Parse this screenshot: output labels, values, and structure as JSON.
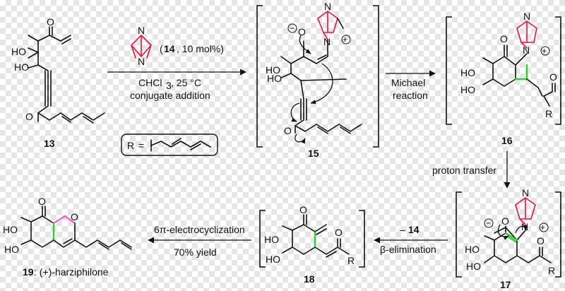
{
  "compounds": {
    "c13": "13",
    "c15": "15",
    "c16": "16",
    "c17": "17",
    "c18": "18",
    "c19": "19",
    "c19_name": ": (+)-harziphilone"
  },
  "atoms": {
    "O": "O",
    "HO": "HO",
    "N": "N",
    "R": "R",
    "plus": "+",
    "minus": "−"
  },
  "catalyst": {
    "id": "14",
    "loading": ", 10 mol%)",
    "open_paren": "("
  },
  "arrows": {
    "a1_solvent": "CHCl",
    "a1_sub": "3",
    "a1_temp": ", 25 °C",
    "a1_label": "conjugate addition",
    "a2_line1": "Michael",
    "a2_line2": "reaction",
    "a3_label": "proton transfer",
    "a4_line1_prefix": "–",
    "a4_line1_num": "14",
    "a4_line2": "β-elimination",
    "a5_line1": "6π-electrocyclization",
    "a5_line2": "70% yield"
  },
  "r_definition": {
    "R": "R",
    "eq": "="
  },
  "colors": {
    "catalyst_bonds": "#e8123a",
    "new_cc_bond": "#2fd12f",
    "new_co_bond": "#ff3fc6"
  },
  "icons": [
    "curved-electron-arrow",
    "reaction-arrow",
    "bracket",
    "cation-charge",
    "anion-charge"
  ]
}
